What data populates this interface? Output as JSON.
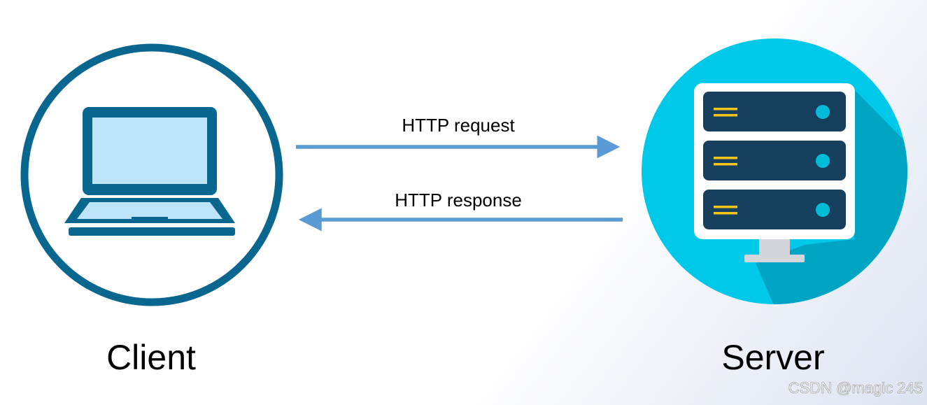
{
  "diagram": {
    "request_label": "HTTP request",
    "response_label": "HTTP response",
    "client_label": "Client",
    "server_label": "Server"
  },
  "watermark": "CSDN @magic 245",
  "colors": {
    "client_ring": "#08668f",
    "laptop_screen": "#bde4f8",
    "arrow": "#5b9bd5",
    "server_circle": "#00c8e8",
    "server_shadow": "#00a5c4",
    "server_unit": "#17405e",
    "server_led": "#00bcd9",
    "server_lines": "#f5c518",
    "server_frame": "#ffffff",
    "server_stand": "#d3d6da"
  },
  "icons": {
    "client": "laptop-icon",
    "server": "server-rack-icon"
  }
}
